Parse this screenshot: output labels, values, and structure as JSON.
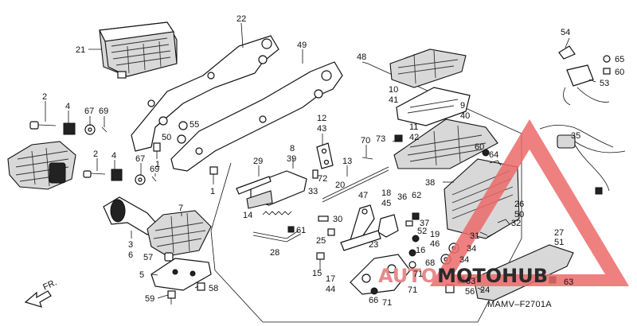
{
  "diagram_code": "MAMV–F2701A",
  "direction_label": "FR.",
  "watermark": {
    "prefix": "AUTO",
    "suffix": "MOTOHUB",
    "color_main": "#e88a8a",
    "color_hub": "#2a2a2a",
    "triangle_color": "#ec6a6a"
  },
  "callouts": [
    {
      "id": "c21",
      "text": "21"
    },
    {
      "id": "c22",
      "text": "22"
    },
    {
      "id": "c49",
      "text": "49"
    },
    {
      "id": "c48",
      "text": "48"
    },
    {
      "id": "c54",
      "text": "54"
    },
    {
      "id": "c65",
      "text": "65"
    },
    {
      "id": "c60",
      "text": "60"
    },
    {
      "id": "c53",
      "text": "53"
    },
    {
      "id": "c2a",
      "text": "2"
    },
    {
      "id": "c4a",
      "text": "4"
    },
    {
      "id": "c67a",
      "text": "67"
    },
    {
      "id": "c69a",
      "text": "69"
    },
    {
      "id": "c55",
      "text": "55"
    },
    {
      "id": "c50",
      "text": "50"
    },
    {
      "id": "c10",
      "text": "10"
    },
    {
      "id": "c41",
      "text": "41"
    },
    {
      "id": "c9",
      "text": "9"
    },
    {
      "id": "c40",
      "text": "40"
    },
    {
      "id": "c11",
      "text": "11"
    },
    {
      "id": "c42",
      "text": "42"
    },
    {
      "id": "c73",
      "text": "73"
    },
    {
      "id": "c12",
      "text": "12"
    },
    {
      "id": "c43",
      "text": "43"
    },
    {
      "id": "c70",
      "text": "70"
    },
    {
      "id": "c1a",
      "text": "1"
    },
    {
      "id": "c8",
      "text": "8"
    },
    {
      "id": "c39",
      "text": "39"
    },
    {
      "id": "c29",
      "text": "29"
    },
    {
      "id": "c13",
      "text": "13"
    },
    {
      "id": "c72",
      "text": "72"
    },
    {
      "id": "c33",
      "text": "33"
    },
    {
      "id": "c20",
      "text": "20"
    },
    {
      "id": "c2b",
      "text": "2"
    },
    {
      "id": "c4b",
      "text": "4"
    },
    {
      "id": "c67b",
      "text": "67"
    },
    {
      "id": "c69b",
      "text": "69"
    },
    {
      "id": "c1b",
      "text": "1"
    },
    {
      "id": "c35",
      "text": "35"
    },
    {
      "id": "c60b",
      "text": "60"
    },
    {
      "id": "c64",
      "text": "64"
    },
    {
      "id": "c38",
      "text": "38"
    },
    {
      "id": "c47",
      "text": "47"
    },
    {
      "id": "c18",
      "text": "18"
    },
    {
      "id": "c45",
      "text": "45"
    },
    {
      "id": "c36",
      "text": "36"
    },
    {
      "id": "c62",
      "text": "62"
    },
    {
      "id": "c26",
      "text": "26"
    },
    {
      "id": "c50b",
      "text": "50"
    },
    {
      "id": "c7",
      "text": "7"
    },
    {
      "id": "c14",
      "text": "14"
    },
    {
      "id": "c30",
      "text": "30"
    },
    {
      "id": "c61",
      "text": "61"
    },
    {
      "id": "c37",
      "text": "37"
    },
    {
      "id": "c52",
      "text": "52"
    },
    {
      "id": "c32",
      "text": "32"
    },
    {
      "id": "c19",
      "text": "19"
    },
    {
      "id": "c31",
      "text": "31"
    },
    {
      "id": "c27",
      "text": "27"
    },
    {
      "id": "c51",
      "text": "51"
    },
    {
      "id": "c3",
      "text": "3"
    },
    {
      "id": "c6",
      "text": "6"
    },
    {
      "id": "c25",
      "text": "25"
    },
    {
      "id": "c28",
      "text": "28"
    },
    {
      "id": "c23",
      "text": "23"
    },
    {
      "id": "c46",
      "text": "46"
    },
    {
      "id": "c16",
      "text": "16"
    },
    {
      "id": "c34a",
      "text": "34"
    },
    {
      "id": "c34b",
      "text": "34"
    },
    {
      "id": "c57",
      "text": "57"
    },
    {
      "id": "c15",
      "text": "15"
    },
    {
      "id": "c68",
      "text": "68"
    },
    {
      "id": "c5",
      "text": "5"
    },
    {
      "id": "c17",
      "text": "17"
    },
    {
      "id": "c44",
      "text": "44"
    },
    {
      "id": "c71a",
      "text": "71"
    },
    {
      "id": "c63a",
      "text": "63"
    },
    {
      "id": "c63b",
      "text": "63"
    },
    {
      "id": "c58",
      "text": "58"
    },
    {
      "id": "c56",
      "text": "56"
    },
    {
      "id": "c24",
      "text": "24"
    },
    {
      "id": "c59",
      "text": "59"
    },
    {
      "id": "c66",
      "text": "66"
    },
    {
      "id": "c71b",
      "text": "71"
    },
    {
      "id": "c71c",
      "text": "71"
    }
  ]
}
